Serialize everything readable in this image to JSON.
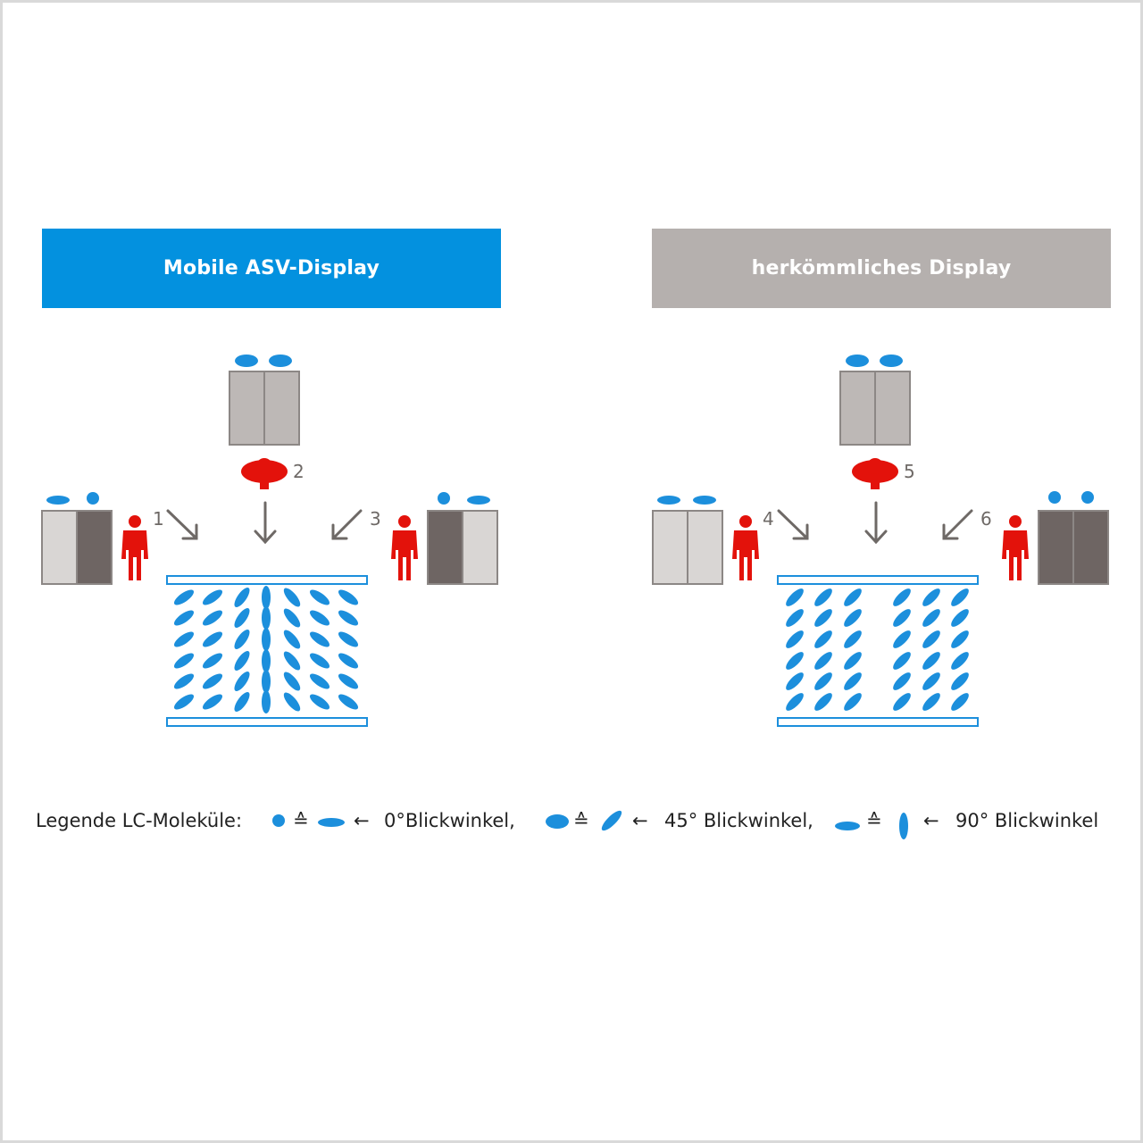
{
  "panels": {
    "asv": {
      "title": "Mobile ASV-Display"
    },
    "conventional": {
      "title": "herkömmliches Display"
    }
  },
  "viewers": {
    "labels": [
      "1",
      "2",
      "3",
      "4",
      "5",
      "6"
    ]
  },
  "legend": {
    "label": "Legende LC-Moleküle:",
    "corresponds_symbol": "≙",
    "arrow": "←",
    "angle_0": "0°Blickwinkel,",
    "angle_45": "45° Blickwinkel,",
    "angle_90": "90° Blickwinkel"
  },
  "colors": {
    "asv_header": "#0391df",
    "conventional_header": "#b5b0ae",
    "molecule": "#1c8fdc",
    "viewer": "#e3120b",
    "arrow": "#6e6966",
    "panel_light": "#d9d6d4",
    "panel_dark": "#6e6563",
    "panel_mid": "#bdb8b6"
  }
}
